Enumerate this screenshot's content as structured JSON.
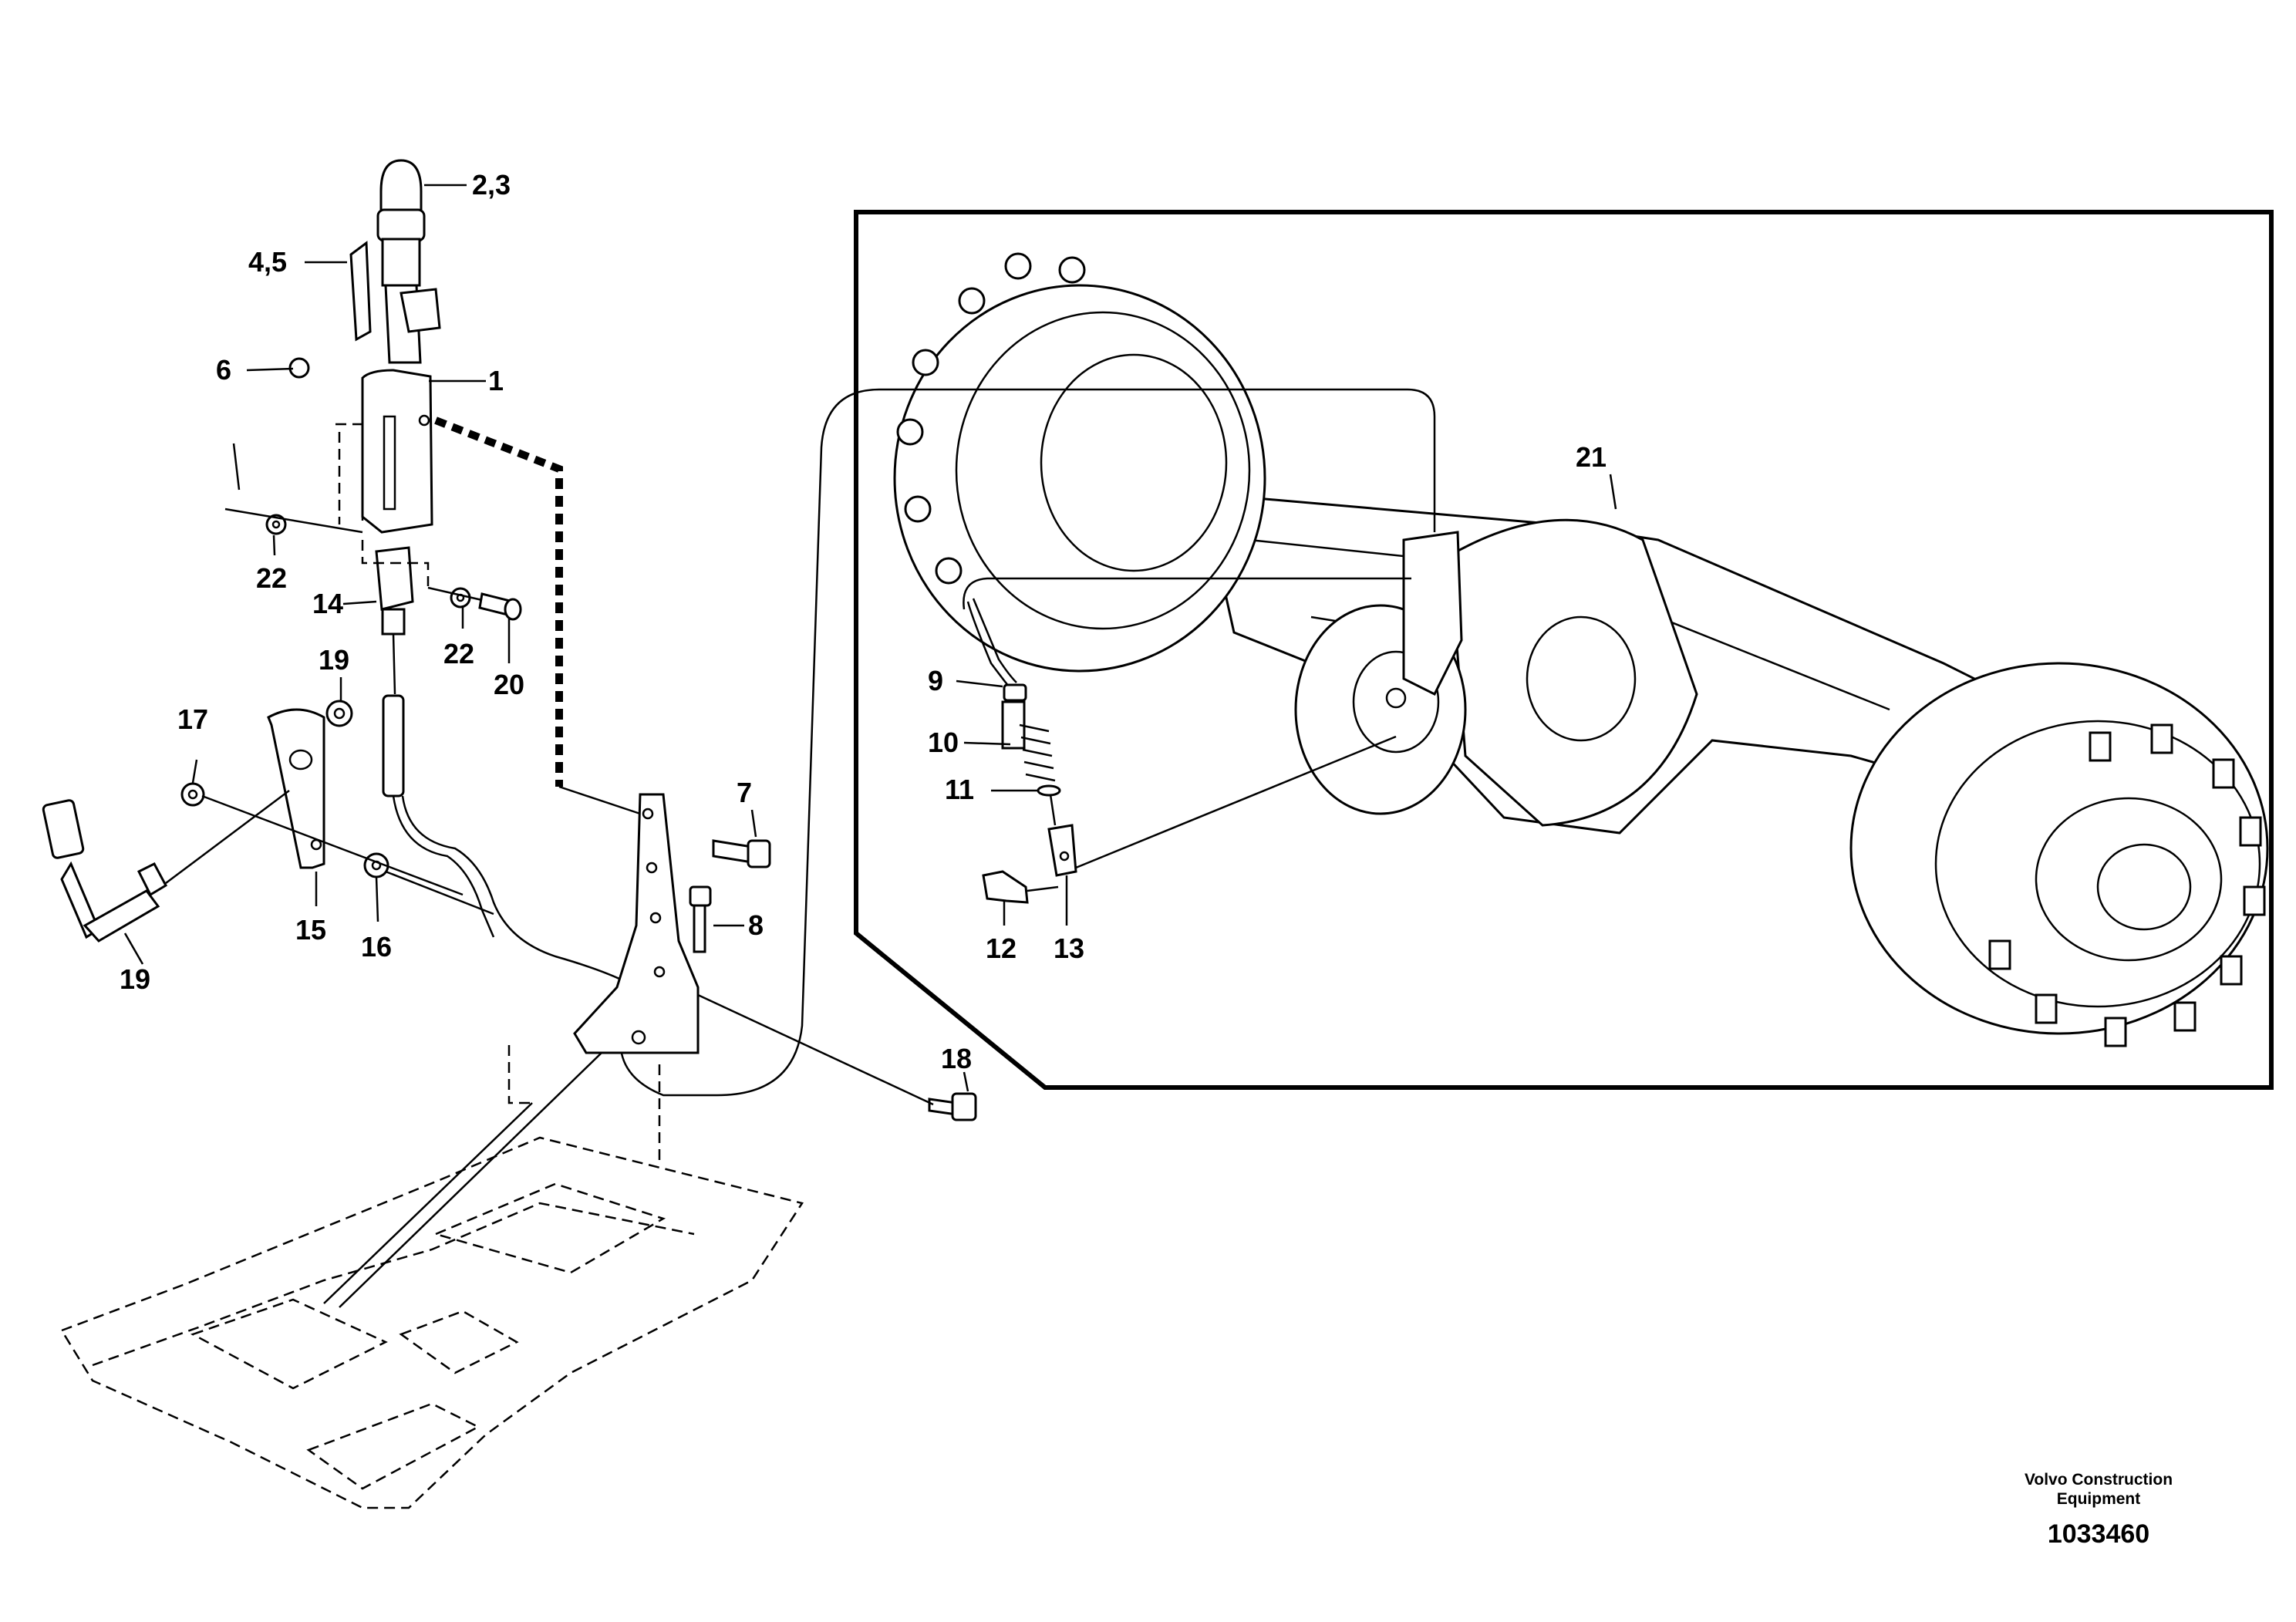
{
  "callouts": {
    "c1": "1",
    "c2_3": "2,3",
    "c4_5": "4,5",
    "c6": "6",
    "c7": "7",
    "c8": "8",
    "c9": "9",
    "c10": "10",
    "c11": "11",
    "c12": "12",
    "c13": "13",
    "c14": "14",
    "c15": "15",
    "c16": "16",
    "c17": "17",
    "c18": "18",
    "c19_top": "19",
    "c19_bottom": "19",
    "c20": "20",
    "c21": "21",
    "c22_upper": "22",
    "c22_lower": "22"
  },
  "footer": {
    "brand_line1": "Volvo Construction",
    "brand_line2": "Equipment",
    "document_number": "1033460"
  }
}
